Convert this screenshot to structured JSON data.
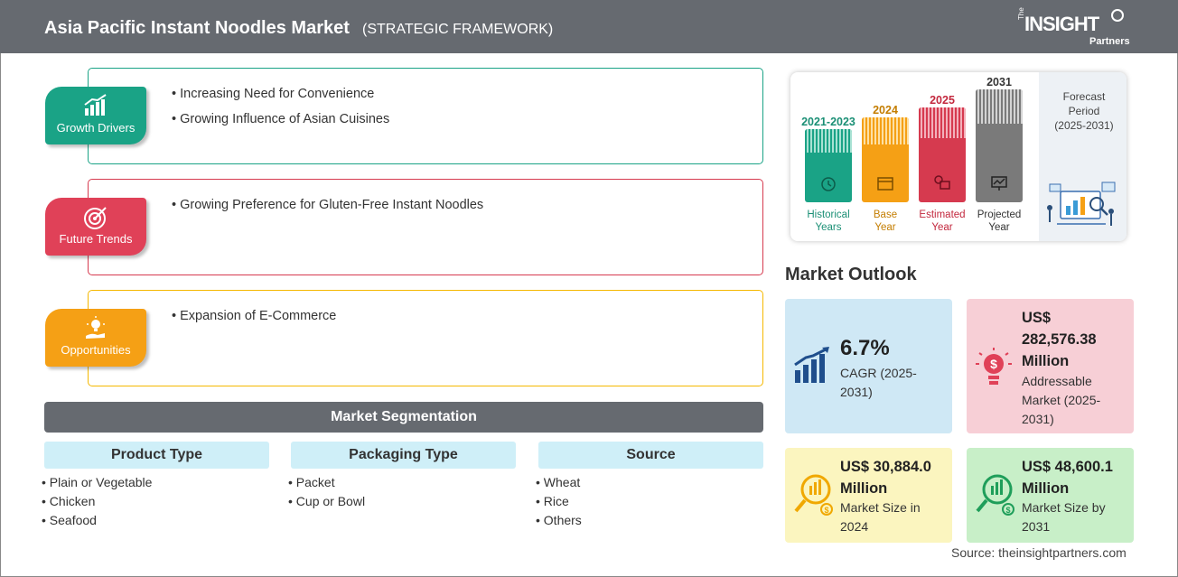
{
  "header": {
    "title": "Asia Pacific Instant Noodles Market",
    "subtitle": "(STRATEGIC FRAMEWORK)",
    "logo": {
      "the": "The",
      "main": "INSIGHT",
      "partners": "Partners"
    }
  },
  "framework": {
    "growth_drivers": {
      "label": "Growth Drivers",
      "color": "#1aa386",
      "icon": "growth-chart-icon",
      "items": [
        "Increasing Need for Convenience",
        "Growing Influence of Asian Cuisines"
      ]
    },
    "future_trends": {
      "label": "Future Trends",
      "color": "#e04158",
      "icon": "target-icon",
      "items": [
        "Growing Preference for Gluten-Free Instant Noodles"
      ]
    },
    "opportunities": {
      "label": "Opportunities",
      "color": "#f5a015",
      "icon": "lightbulb-hand-icon",
      "items": [
        "Expansion of E-Commerce"
      ]
    }
  },
  "segmentation": {
    "title": "Market Segmentation",
    "columns": [
      {
        "heading": "Product Type",
        "items": [
          "Plain or Vegetable",
          "Chicken",
          "Seafood"
        ]
      },
      {
        "heading": "Packaging Type",
        "items": [
          "Packet",
          "Cup or Bowl"
        ]
      },
      {
        "heading": "Source",
        "items": [
          "Wheat",
          "Rice",
          "Others"
        ]
      }
    ]
  },
  "timeline": {
    "historical": {
      "year": "2021-2023",
      "caption_1": "Historical",
      "caption_2": "Years",
      "color": "#1aa386"
    },
    "base": {
      "year": "2024",
      "caption_1": "Base",
      "caption_2": "Year",
      "color": "#f5a015"
    },
    "estimated": {
      "year": "2025",
      "caption_1": "Estimated",
      "caption_2": "Year",
      "color": "#d63a4f"
    },
    "projected": {
      "year": "2031",
      "caption_1": "Projected",
      "caption_2": "Year",
      "color": "#7a7a7a"
    },
    "forecast": {
      "line_1": "Forecast",
      "line_2": "Period",
      "line_3": "(2025-2031)"
    }
  },
  "outlook": {
    "title": "Market Outlook",
    "cagr": {
      "value": "6.7%",
      "desc_1": "CAGR (2025-",
      "desc_2": "2031)",
      "bg": "#cfe8f5",
      "icon": "growth-chart-icon"
    },
    "addressable": {
      "value_1": "US$",
      "value_2": "282,576.38",
      "value_3": "Million",
      "desc_1": "Addressable",
      "desc_2": "Market (2025-",
      "desc_3": "2031)",
      "bg": "#f7cfd6",
      "icon": "dollar-bulb-icon"
    },
    "size_2024": {
      "value_1": "US$ 30,884.0",
      "value_2": "Million",
      "desc_1": "Market Size in",
      "desc_2": "2024",
      "bg": "#fbf5bf",
      "icon": "money-magnifier-icon"
    },
    "size_2031": {
      "value_1": "US$ 48,600.1",
      "value_2": "Million",
      "desc_1": "Market Size by",
      "desc_2": "2031",
      "bg": "#c8efc8",
      "icon": "money-magnifier-icon"
    }
  },
  "source": "Source: theinsightpartners.com"
}
